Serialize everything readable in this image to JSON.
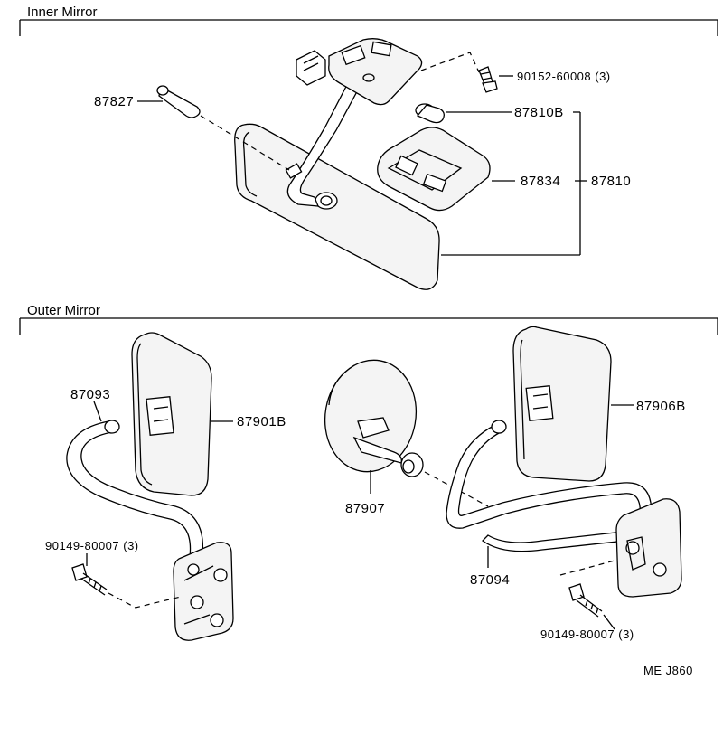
{
  "sections": {
    "inner": "Inner Mirror",
    "outer": "Outer Mirror"
  },
  "labels": {
    "p87827": "87827",
    "p90152": "90152-60008 (3)",
    "p87810B": "87810B",
    "p87834": "87834",
    "p87810": "87810",
    "p87093": "87093",
    "p87901B": "87901B",
    "p90149_left": "90149-80007 (3)",
    "p87907": "87907",
    "p87906B": "87906B",
    "p87094": "87094",
    "p90149_right": "90149-80007 (3)"
  },
  "figure_code": "ME J860"
}
